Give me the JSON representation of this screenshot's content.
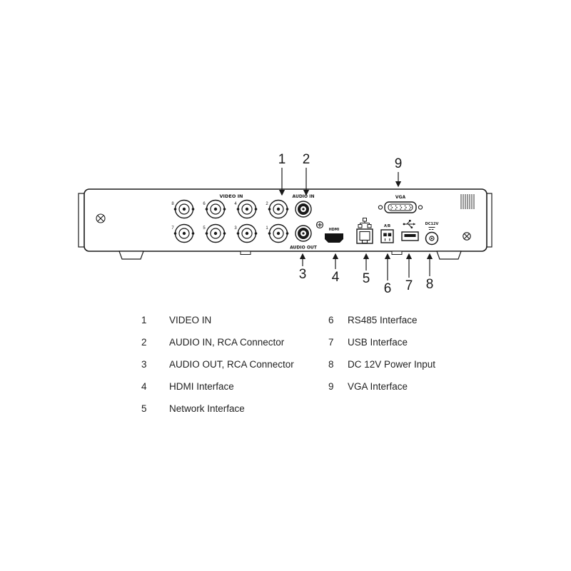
{
  "figure": {
    "callout_numbers": [
      "1",
      "2",
      "3",
      "4",
      "5",
      "6",
      "7",
      "8",
      "9"
    ],
    "panel": {
      "video_in_label": "VIDEO IN",
      "audio_in_label": "AUDIO IN",
      "audio_out_label": "AUDIO OUT",
      "hdmi_label": "HDMI",
      "vga_label": "VGA",
      "rs485_label": "A/B",
      "dc_label": "DC12V",
      "bnc_top_numbers": [
        "8",
        "6",
        "4",
        "2"
      ],
      "bnc_bottom_numbers": [
        "7",
        "5",
        "3",
        "1"
      ]
    }
  },
  "legend": {
    "items": [
      {
        "number": "1",
        "label": "VIDEO IN"
      },
      {
        "number": "2",
        "label": "AUDIO IN, RCA Connector"
      },
      {
        "number": "3",
        "label": "AUDIO OUT, RCA Connector"
      },
      {
        "number": "4",
        "label": "HDMI Interface"
      },
      {
        "number": "5",
        "label": "Network Interface"
      },
      {
        "number": "6",
        "label": "RS485 Interface"
      },
      {
        "number": "7",
        "label": "USB Interface"
      },
      {
        "number": "8",
        "label": "DC 12V Power Input"
      },
      {
        "number": "9",
        "label": "VGA Interface"
      }
    ]
  }
}
